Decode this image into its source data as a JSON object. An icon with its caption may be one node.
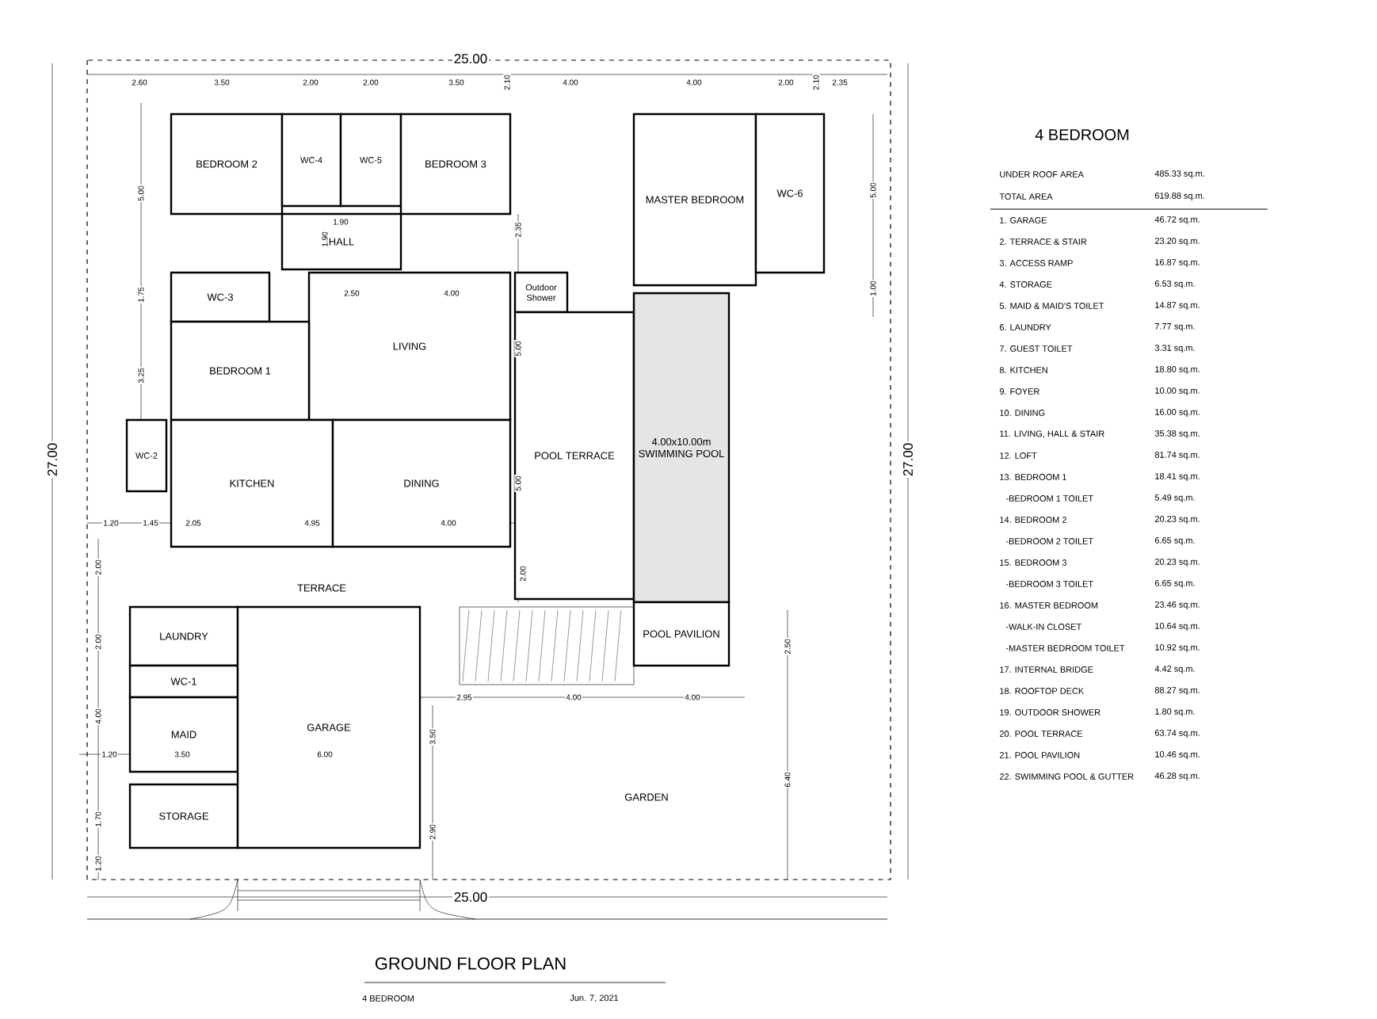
{
  "diagram": {
    "title": "GROUND FLOOR PLAN",
    "nodes": [
      {
        "text": [
          "BEDROOM 2"
        ]
      },
      {
        "text": [
          "WC-4"
        ]
      },
      {
        "text": [
          "WC-5"
        ]
      },
      {
        "text": [
          "BEDROOM 3"
        ]
      },
      {
        "text": [
          "MASTER BEDROOM"
        ]
      },
      {
        "text": [
          "WC-6"
        ]
      },
      {
        "text": [
          "HALL"
        ]
      },
      {
        "text": [
          "WC-3"
        ]
      },
      {
        "text": [
          "Outdoor Shower"
        ]
      },
      {
        "text": [
          "LIVING"
        ]
      },
      {
        "text": [
          "BEDROOM 1"
        ]
      },
      {
        "text": [
          "WC-2"
        ]
      },
      {
        "text": [
          "KITCHEN"
        ]
      },
      {
        "text": [
          "DINING"
        ]
      },
      {
        "text": [
          "POOL TERRACE"
        ]
      },
      {
        "text": [
          "4.00x10.00m",
          "SWIMMING POOL"
        ]
      },
      {
        "text": [
          "POOL PAVILION"
        ]
      },
      {
        "text": [
          "LAUNDRY"
        ]
      },
      {
        "text": [
          "WC-1"
        ]
      },
      {
        "text": [
          "MAID"
        ]
      },
      {
        "text": [
          "STORAGE"
        ]
      },
      {
        "text": [
          "GARAGE"
        ]
      }
    ],
    "labels": [
      "25.00",
      "2.60",
      "3.50",
      "2.00",
      "2.00",
      "3.50",
      "2.10",
      "4.00",
      "4.00",
      "2.00",
      "2.10",
      "2.35",
      "27.00",
      "27.00",
      "5.00",
      "1.75",
      "3.25",
      "1.90",
      "1.90",
      "2.50",
      "4.00",
      "2.35",
      "5.00",
      "5.00",
      "2.00",
      "5.00",
      "1.00",
      "1.20",
      "1.45",
      "2.05",
      "4.95",
      "4.00",
      "2.00",
      "2.00",
      "4.00",
      "1.70",
      "1.20",
      "1.20",
      "3.50",
      "6.00",
      "2.95",
      "4.00",
      "4.00",
      "2.50",
      "3.50",
      "2.90",
      "6.40",
      "25.00",
      "TERRACE",
      "GARDEN",
      "4 BEDROOM",
      "UNDER ROOF AREA",
      "485.33 sq.m.",
      "TOTAL AREA",
      "619.88 sq.m.",
      "1. GARAGE",
      "46.72 sq.m.",
      "2. TERRACE & STAIR",
      "23.20 sq.m.",
      "3. ACCESS RAMP",
      "16.87 sq.m.",
      "4. STORAGE",
      "6.53 sq.m.",
      "5. MAID & MAID'S TOILET",
      "14.87 sq.m.",
      "6. LAUNDRY",
      "7.77 sq.m.",
      "7. GUEST TOILET",
      "3.31 sq.m.",
      "8. KITCHEN",
      "18.80 sq.m.",
      "9. FOYER",
      "10.00 sq.m.",
      "10. DINING",
      "16.00 sq.m.",
      "11. LIVING, HALL & STAIR",
      "35.38 sq.m.",
      "12. LOFT",
      "81.74 sq.m.",
      "13. BEDROOM 1",
      "18.41 sq.m.",
      "-BEDROOM 1 TOILET",
      "5.49 sq.m.",
      "14. BEDROOM 2",
      "20.23 sq.m.",
      "-BEDROOM 2 TOILET",
      "6.65 sq.m.",
      "15. BEDROOM 3",
      "20.23 sq.m.",
      "-BEDROOM 3 TOILET",
      "6.65 sq.m.",
      "16. MASTER BEDROOM",
      "23.46 sq.m.",
      "-WALK-IN CLOSET",
      "10.64 sq.m.",
      "-MASTER BEDROOM TOILET",
      "10.92 sq.m.",
      "17. INTERNAL BRIDGE",
      "4.42 sq.m.",
      "18. ROOFTOP DECK",
      "88.27 sq.m.",
      "19. OUTDOOR SHOWER",
      "1.80 sq.m.",
      "20. POOL TERRACE",
      "63.74 sq.m.",
      "21. POOL PAVILION",
      "10.46 sq.m.",
      "22. SWIMMING POOL & GUTTER",
      "46.28 sq.m.",
      "4 BEDROOM",
      "Jun. 7, 2021"
    ]
  }
}
